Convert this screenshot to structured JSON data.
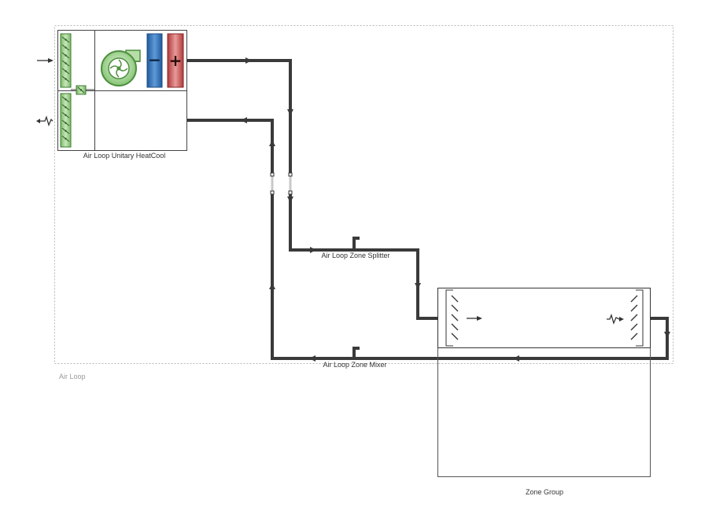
{
  "diagram": {
    "air_loop": {
      "label": "Air Loop"
    },
    "unitary": {
      "label": "Air Loop Unitary HeatCool",
      "cooling_symbol": "−",
      "heating_symbol": "+",
      "fan_icon": "fan-icon",
      "outdoor_air_icon": "outdoor-air-damper-icon",
      "relief_air_icon": "relief-air-damper-icon"
    },
    "splitter": {
      "label": "Air Loop Zone Splitter"
    },
    "mixer": {
      "label": "Air Loop Zone Mixer"
    },
    "zone_group": {
      "label": "Zone Group",
      "supply_diffuser_icon": "supply-diffuser-icon",
      "return_grille_icon": "return-grille-icon"
    },
    "colors": {
      "pipe": "#3a3a3a",
      "damper_fill": "#9ccf8c",
      "damper_stroke": "#3f7a35",
      "cooling_coil": "#2f6fb3",
      "heating_coil": "#c24848",
      "fan": "#7cc06a",
      "loop_border": "#b5b5b5",
      "node": "#c8c8c8"
    }
  }
}
